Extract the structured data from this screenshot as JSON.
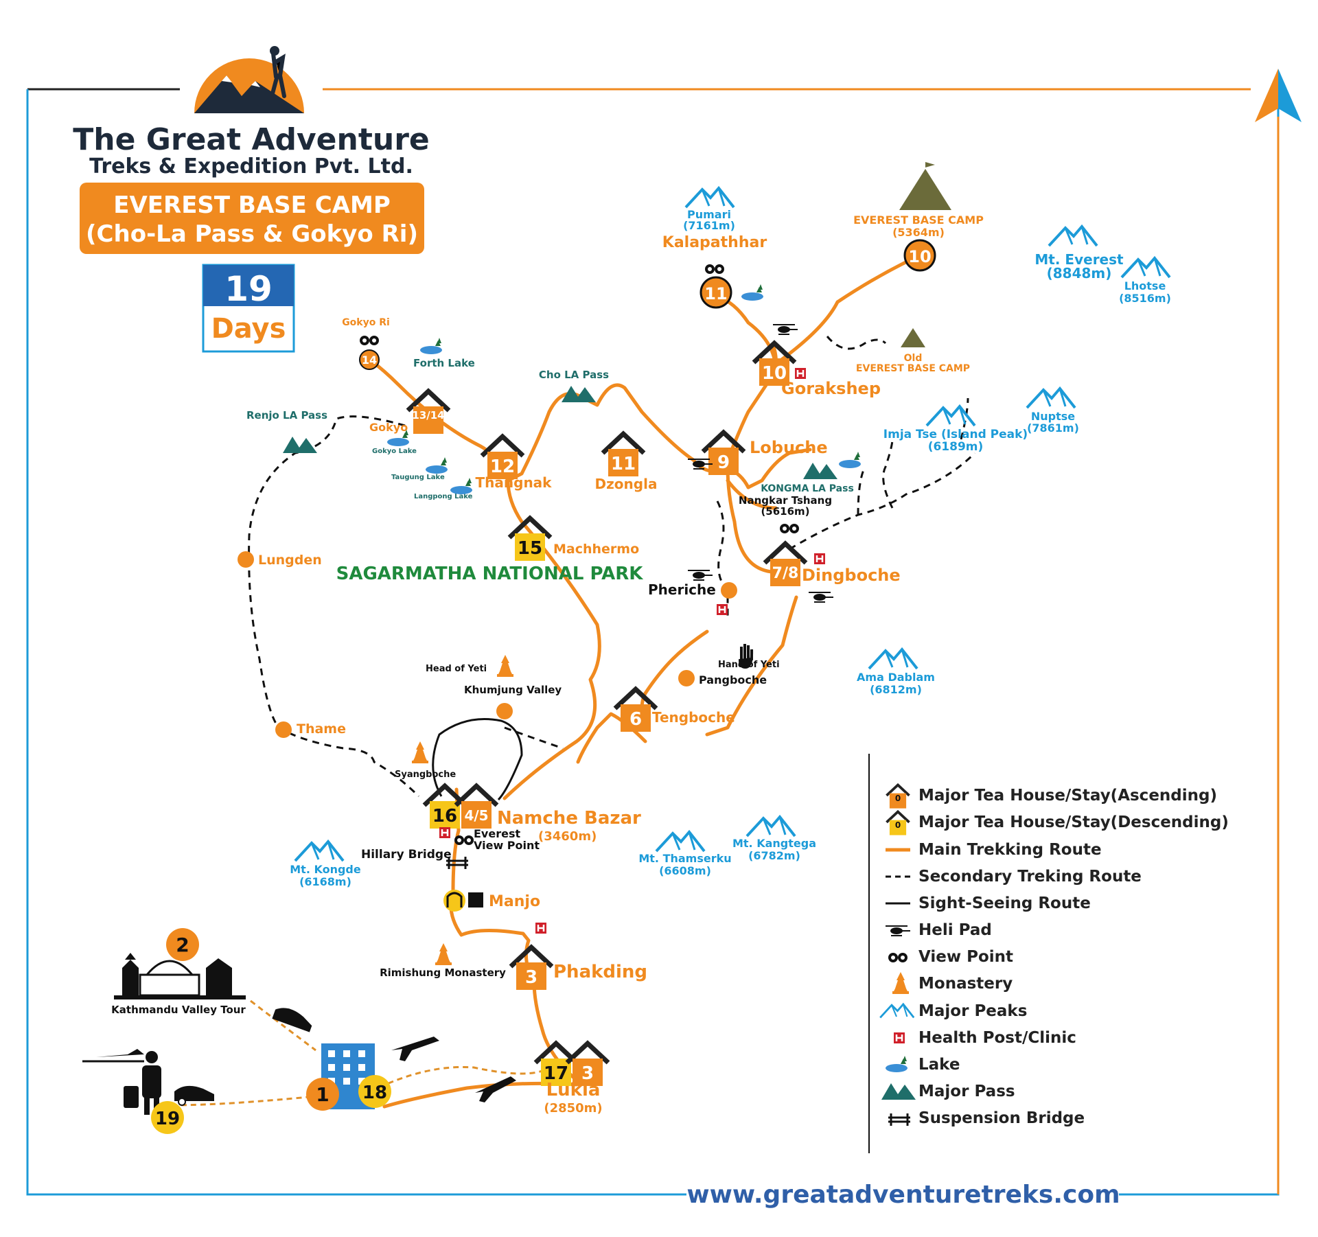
{
  "brand": {
    "company": "The Great Adventure",
    "company_sub": "Treks & Expedition Pvt. Ltd.",
    "trek_title_1": "EVEREST BASE CAMP",
    "trek_title_2": "(Cho-La Pass & Gokyo Ri)",
    "duration_num": "19",
    "duration_unit": "Days",
    "website": "www.greatadventuretreks.com"
  },
  "colors": {
    "main_route": "#f08a1f",
    "secondary_route": "#111111",
    "peak_blue": "#1c9bd8",
    "park_green": "#1f8a3c",
    "tea_house_descending": "#f6c619",
    "health_red": "#d0202a"
  },
  "park_label": "SAGARMATHA NATIONAL PARK",
  "places": {
    "kathmandu": "Kathmandu Valley Tour",
    "lukla": "Lukla",
    "lukla_alt": "(2850m)",
    "phakding": "Phakding",
    "manjo": "Manjo",
    "rimishung": "Rimishung Monastery",
    "hillary": "Hillary Bridge",
    "namche": "Namche Bazar",
    "namche_alt": "(3460m)",
    "everest_vp_1": "Everest",
    "everest_vp_2": "View Point",
    "syangboche": "Syangboche",
    "khumjung": "Khumjung Valley",
    "head_yeti": "Head of Yeti",
    "hand_yeti": "Hand of Yeti",
    "tengboche": "Tengboche",
    "pangboche": "Pangboche",
    "pheriche": "Pheriche",
    "dingboche": "Dingboche",
    "lobuche": "Lobuche",
    "gorakshep": "Gorakshep",
    "kalapatthar": "Kalapathhar",
    "ebc_1": "EVEREST BASE CAMP",
    "ebc_2": "(5364m)",
    "old_ebc_1": "Old",
    "old_ebc_2": "EVEREST BASE CAMP",
    "dzongla": "Dzongla",
    "cho_la": "Cho LA Pass",
    "thangnak": "Thangnak",
    "machhermo": "Machhermo",
    "gokyo": "Gokyo",
    "gokyo_ri": "Gokyo Ri",
    "gokyo_lake": "Gokyo Lake",
    "forth_lake": "Forth Lake",
    "taugung_lake": "Taugung Lake",
    "langpong_lake": "Langpong Lake",
    "renjo": "Renjo LA Pass",
    "lungden": "Lungden",
    "thame": "Thame",
    "kongma_1": "KONGMA LA Pass",
    "kongma_2": "Nangkar Tshang",
    "kongma_3": "(5616m)"
  },
  "peaks": [
    {
      "name": "Pumari",
      "alt": "(7161m)"
    },
    {
      "name": "Mt. Everest",
      "alt": "(8848m)"
    },
    {
      "name": "Lhotse",
      "alt": "(8516m)"
    },
    {
      "name": "Nuptse",
      "alt": "(7861m)"
    },
    {
      "name": "Imja Tse (Island Peak)",
      "alt": "(6189m)"
    },
    {
      "name": "Ama Dablam",
      "alt": "(6812m)"
    },
    {
      "name": "Mt. Kangtega",
      "alt": "(6782m)"
    },
    {
      "name": "Mt. Thamserku",
      "alt": "(6608m)"
    },
    {
      "name": "Mt. Kongde",
      "alt": "(6168m)"
    }
  ],
  "day_markers": {
    "d1": "1",
    "d2": "2",
    "d3": "3",
    "d3b": "3",
    "d6": "6",
    "d78": "7/8",
    "d9": "9",
    "d10": "10",
    "d10b": "10",
    "d11": "11",
    "d11b": "11",
    "d12": "12",
    "d1314": "13/14",
    "d14": "14",
    "d15": "15",
    "d16": "16",
    "d45": "4/5",
    "d17": "17",
    "d18": "18",
    "d19": "19"
  },
  "legend": [
    {
      "icon": "tea-house-ascending-icon",
      "label": "Major Tea House/Stay(Ascending)",
      "mark": "0"
    },
    {
      "icon": "tea-house-descending-icon",
      "label": "Major Tea House/Stay(Descending)",
      "mark": "0"
    },
    {
      "icon": "main-route-icon",
      "label": "Main Trekking Route"
    },
    {
      "icon": "secondary-route-icon",
      "label": "Secondary Treking Route"
    },
    {
      "icon": "sightseeing-route-icon",
      "label": "Sight-Seeing Route"
    },
    {
      "icon": "heli-pad-icon",
      "label": "Heli Pad"
    },
    {
      "icon": "view-point-icon",
      "label": "View Point"
    },
    {
      "icon": "monastery-icon",
      "label": "Monastery"
    },
    {
      "icon": "major-peak-icon",
      "label": "Major Peaks"
    },
    {
      "icon": "health-post-icon",
      "label": "Health Post/Clinic"
    },
    {
      "icon": "lake-icon",
      "label": "Lake"
    },
    {
      "icon": "major-pass-icon",
      "label": "Major Pass"
    },
    {
      "icon": "suspension-bridge-icon",
      "label": "Suspension Bridge"
    }
  ]
}
